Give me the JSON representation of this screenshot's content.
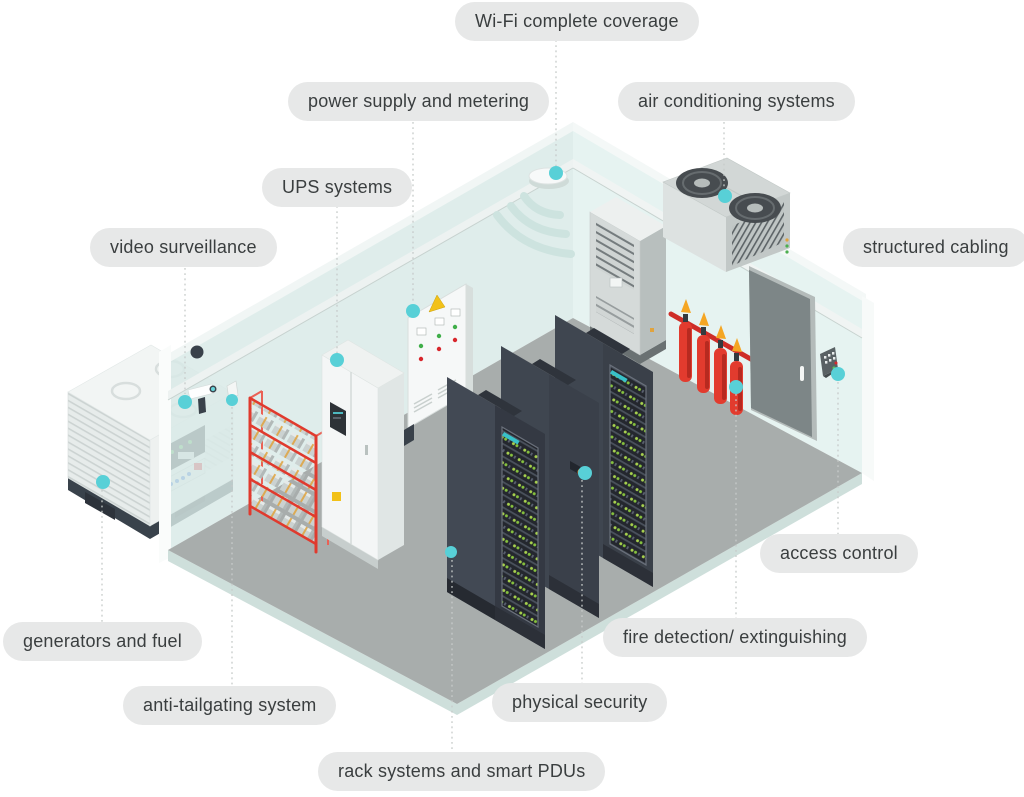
{
  "labels": [
    {
      "id": "wifi",
      "text": "Wi-Fi complete coverage"
    },
    {
      "id": "power",
      "text": "power supply and metering"
    },
    {
      "id": "ac",
      "text": "air conditioning systems"
    },
    {
      "id": "ups",
      "text": "UPS systems"
    },
    {
      "id": "video",
      "text": "video surveillance"
    },
    {
      "id": "cabling",
      "text": "structured cabling"
    },
    {
      "id": "access",
      "text": "access control"
    },
    {
      "id": "fire",
      "text": "fire detection/ extinguishing"
    },
    {
      "id": "generators",
      "text": "generators and fuel"
    },
    {
      "id": "tailgating",
      "text": "anti-tailgating system"
    },
    {
      "id": "physical",
      "text": "physical security"
    },
    {
      "id": "racks",
      "text": "rack systems and smart PDUs"
    }
  ],
  "hotspots": [
    {
      "for": "wifi"
    },
    {
      "for": "power"
    },
    {
      "for": "ups"
    },
    {
      "for": "video"
    },
    {
      "for": "tailgating"
    },
    {
      "for": "generators"
    },
    {
      "for": "ac"
    },
    {
      "for": "fire"
    },
    {
      "for": "access"
    },
    {
      "for": "physical"
    },
    {
      "for": "racks"
    }
  ],
  "theme": {
    "label_bg": "#e7e8e8",
    "label_text": "#3a3e3f",
    "dot": "#58d0d7",
    "connector": "#c7cbca",
    "floor": "#a8adac",
    "wall_left": "#d8e9e6",
    "wall_right": "#e2f1ee",
    "accent_red": "#e23b2e"
  }
}
